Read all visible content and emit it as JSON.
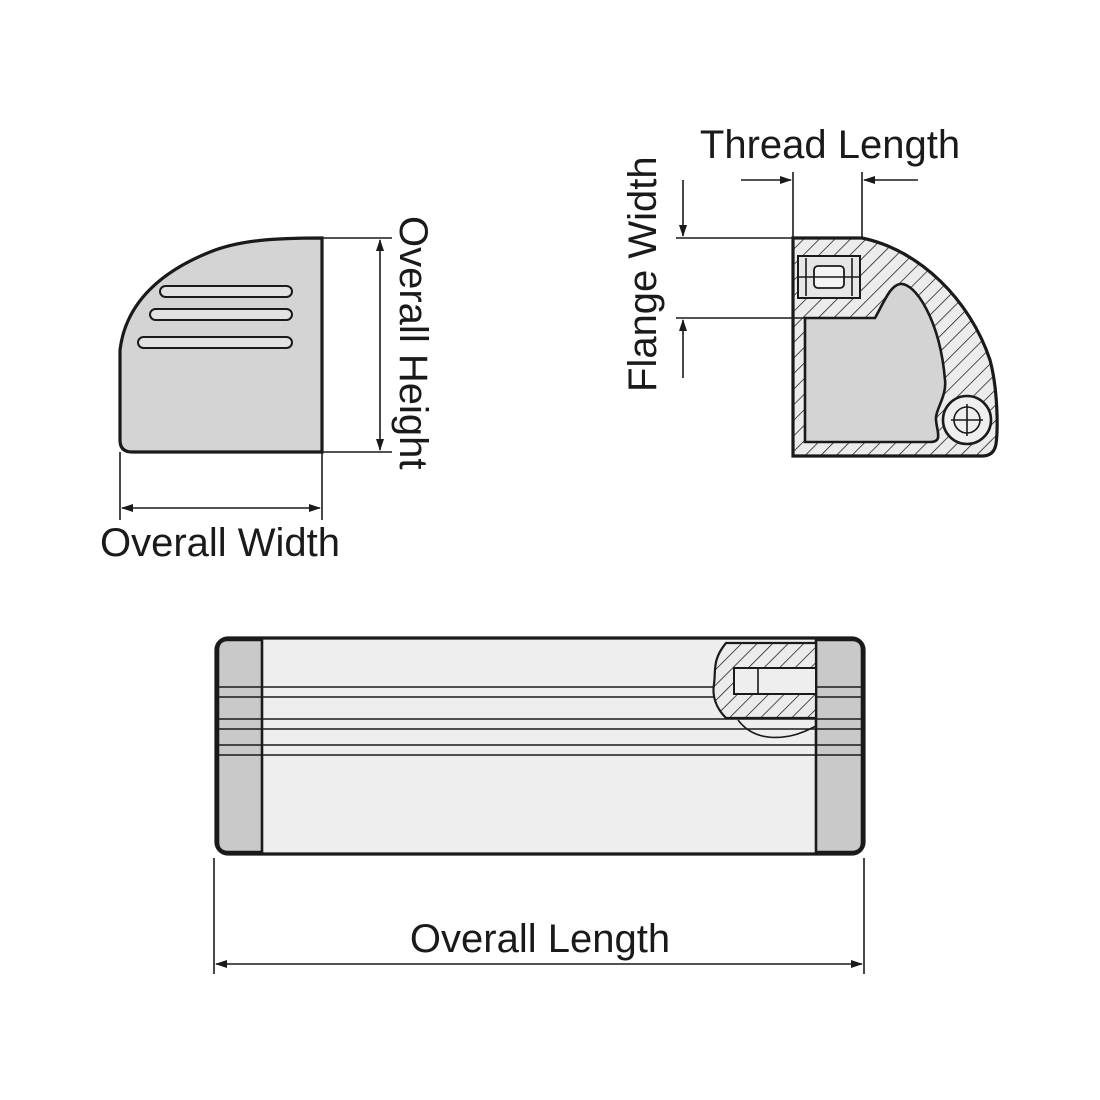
{
  "labels": {
    "overall_height": "Overall Height",
    "overall_width": "Overall Width",
    "thread_length": "Thread Length",
    "flange_width": "Flange Width",
    "overall_length": "Overall Length"
  },
  "colors": {
    "line": "#1a1a1a",
    "body_gray": "#d4d4d4",
    "cap_gray": "#c9c9c9",
    "light_face": "#eeeeee",
    "background": "#ffffff"
  }
}
